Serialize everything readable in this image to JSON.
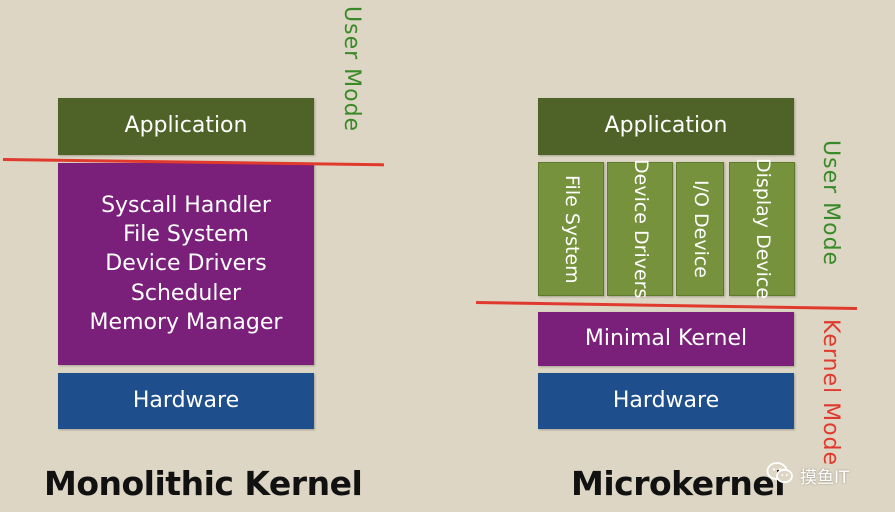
{
  "colors": {
    "background": "#ddd6c4",
    "application_block": "#4f6228",
    "kernel_block": "#7a1f7a",
    "hardware_block": "#1f4e8c",
    "service_block": "#76923c",
    "user_mode_text": "#3a8a2a",
    "kernel_mode_text": "#e03a2f",
    "boundary_line": "#e03a2f"
  },
  "monolithic": {
    "title": "Monolithic Kernel",
    "application": "Application",
    "kernel_items": [
      "Syscall Handler",
      "File System",
      "Device Drivers",
      "Scheduler",
      "Memory Manager"
    ],
    "hardware": "Hardware",
    "user_mode": "User Mode"
  },
  "microkernel": {
    "title": "Microkernel",
    "application": "Application",
    "services": [
      "File System",
      "Device Drivers",
      "I/O Device",
      "Display Device"
    ],
    "minimal_kernel": "Minimal Kernel",
    "hardware": "Hardware",
    "user_mode": "User Mode",
    "kernel_mode": "Kernel Mode"
  },
  "watermark": {
    "text": "摸鱼IT",
    "icon": "wechat-icon"
  }
}
